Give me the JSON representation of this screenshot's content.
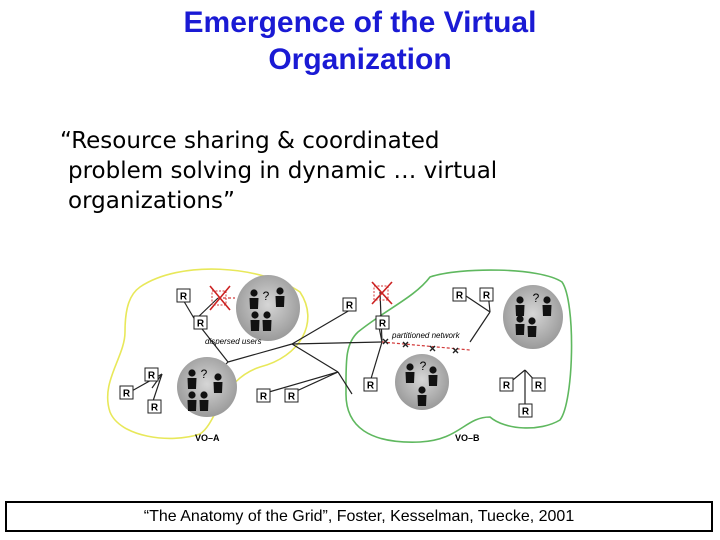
{
  "slide": {
    "title_line1": "Emergence of the Virtual",
    "title_line2": "Organization",
    "quote_line1": "“Resource sharing & coordinated",
    "quote_line2": "problem solving in dynamic … virtual",
    "quote_line3": "organizations”",
    "citation": "“The Anatomy of the Grid”, Foster, Kesselman, Tuecke, 2001"
  },
  "diagram": {
    "resource_label": "R",
    "unknown_label": "?",
    "dispersed_users_label": "dispersed users",
    "partitioned_network_label": "partitioned network",
    "vo_a_label": "VO–A",
    "vo_b_label": "VO–B",
    "colors": {
      "vo_a_outline": "#e8e85a",
      "vo_b_outline": "#5fb85f",
      "user_group_fill": "#a8a8a8",
      "failed_link": "#d23a3a"
    },
    "icons": [
      "resource-box",
      "user-group-icon",
      "failure-cross-icon",
      "broken-link-marker"
    ]
  }
}
